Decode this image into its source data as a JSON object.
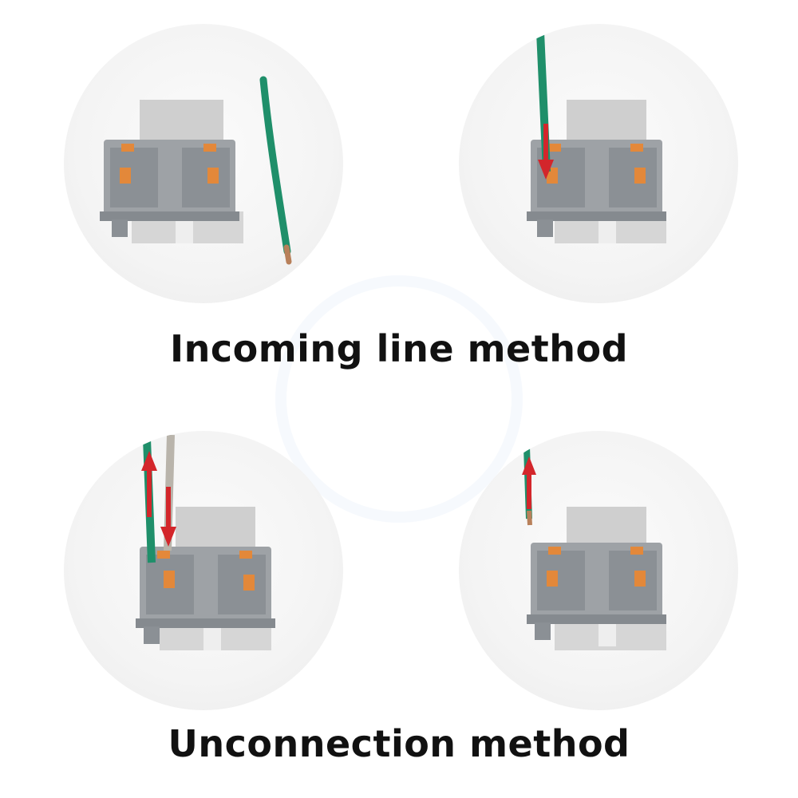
{
  "captions": {
    "top": "Incoming line method",
    "bottom": "Unconnection method"
  },
  "colors": {
    "wire_green": "#1f8f6a",
    "wire_gray": "#b9b4ab",
    "arrow_red": "#d3262b",
    "terminal_gray": "#9a9ea2",
    "lever_orange": "#e3883a",
    "rail_aluminum": "#c9c9c9"
  },
  "panels": [
    {
      "name": "incoming-step-1",
      "arrows": 0
    },
    {
      "name": "incoming-step-2",
      "arrows": 1
    },
    {
      "name": "unconnection-step-1",
      "arrows": 2
    },
    {
      "name": "unconnection-step-2",
      "arrows": 1
    }
  ]
}
